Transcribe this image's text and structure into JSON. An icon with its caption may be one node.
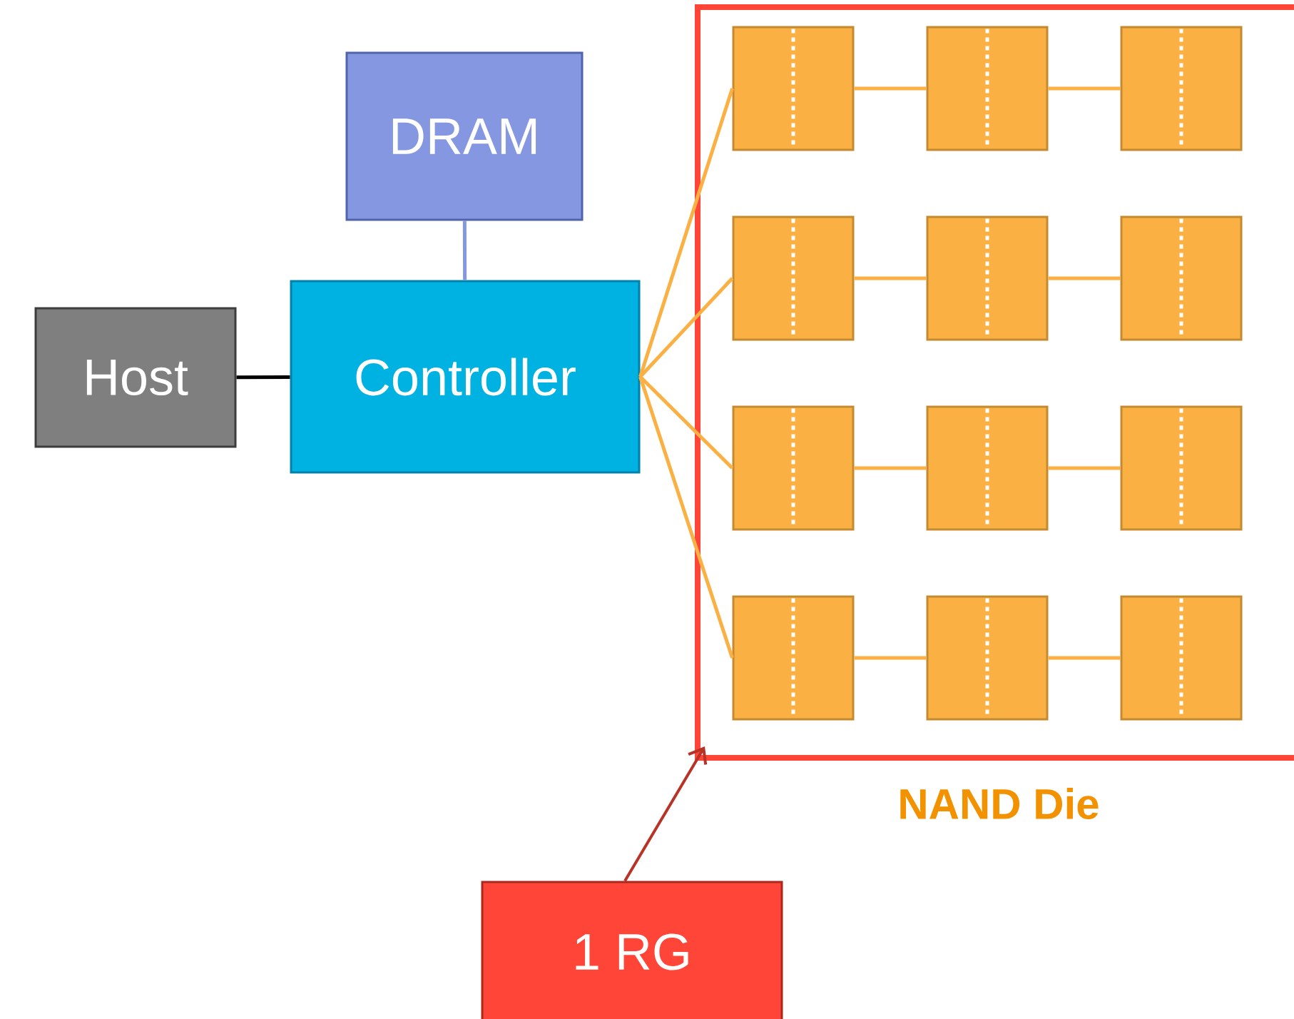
{
  "diagram": {
    "nodes": [
      {
        "text": [
          "Host"
        ]
      },
      {
        "text": [
          "DRAM"
        ]
      },
      {
        "text": [
          "Controller"
        ]
      },
      {
        "text": [
          "NAND Die"
        ]
      },
      {
        "text": [],
        "shape": "box",
        "in": 3
      },
      {
        "text": [],
        "shape": "box",
        "in": 3
      },
      {
        "text": [],
        "shape": "box",
        "in": 3
      },
      {
        "text": [],
        "shape": "box",
        "in": 3
      },
      {
        "text": [],
        "shape": "box",
        "in": 3
      },
      {
        "text": [],
        "shape": "box",
        "in": 3
      },
      {
        "text": [],
        "shape": "box",
        "in": 3
      },
      {
        "text": [],
        "shape": "box",
        "in": 3
      },
      {
        "text": [],
        "shape": "box",
        "in": 3
      },
      {
        "text": [],
        "shape": "box",
        "in": 3
      },
      {
        "text": [],
        "shape": "box",
        "in": 3
      },
      {
        "text": [],
        "shape": "box",
        "in": 3
      },
      {
        "text": [
          "1 RG"
        ]
      }
    ],
    "edges": [
      {
        "from": 0,
        "to": 2,
        "arrow": "none",
        "color": "#000000"
      },
      {
        "from": 1,
        "to": 2,
        "arrow": "none",
        "color": "#8497e0"
      },
      {
        "from": 2,
        "to": 4,
        "arrow": "none"
      },
      {
        "from": 2,
        "to": 7,
        "arrow": "none"
      },
      {
        "from": 2,
        "to": 10,
        "arrow": "none"
      },
      {
        "from": 2,
        "to": 13,
        "arrow": "none"
      },
      {
        "from": 4,
        "to": 5,
        "arrow": "none"
      },
      {
        "from": 5,
        "to": 6,
        "arrow": "none"
      },
      {
        "from": 7,
        "to": 8,
        "arrow": "none"
      },
      {
        "from": 8,
        "to": 9,
        "arrow": "none"
      },
      {
        "from": 10,
        "to": 11,
        "arrow": "none"
      },
      {
        "from": 11,
        "to": 12,
        "arrow": "none"
      },
      {
        "from": 13,
        "to": 14,
        "arrow": "none"
      },
      {
        "from": 14,
        "to": 15,
        "arrow": "none"
      },
      {
        "from": 16,
        "to": 3,
        "arrow": "to",
        "color": "#b83226"
      }
    ]
  }
}
